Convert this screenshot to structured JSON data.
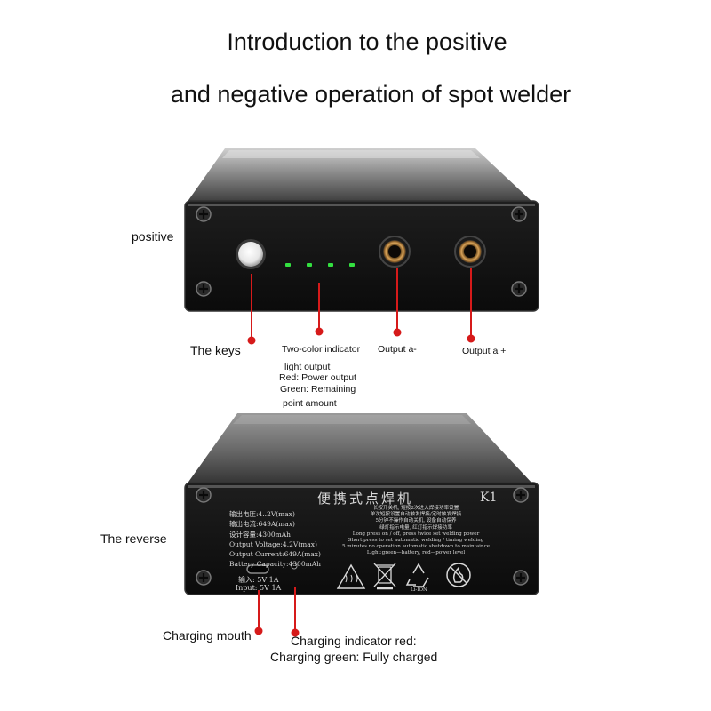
{
  "header": {
    "title_line1": "Introduction to the positive",
    "title_line2": "and negative operation of spot welder"
  },
  "front": {
    "side_label": "positive",
    "keys_label": "The keys",
    "indicator_label": [
      "Two-color indicator",
      "light output",
      "Red: Power output",
      "Green: Remaining",
      "point amount"
    ],
    "output_minus_label": "Output a-",
    "output_plus_label": "Output a +"
  },
  "back": {
    "side_label": "The reverse",
    "charging_mouth_label": "Charging mouth",
    "charging_indicator_label": [
      "Charging indicator red:",
      "Charging green: Fully charged"
    ],
    "device": {
      "title_cn": "便携式点焊机",
      "model": "K1",
      "specs": [
        "输出电压:4..2V(max)",
        "输出电流:649A(max)",
        "设计容量:4300mAh",
        "Output Voltage:4.2V(max)",
        "Output Current:649A(max)",
        "Battery Capacity:4300mAh"
      ],
      "instructions": [
        "长按开关机, 短按2次进入焊接功率设置",
        "单次短按设置自动触发焊接/定时触发焊接",
        "5分钟不操作自动关机, 设备自动保养",
        "绿灯指示电量, 红灯指示焊接功率",
        "Long press on / off, press twice set welding power",
        "Short press to set automatic welding / timing welding",
        "5 minutes no operation automatic shutdown to maintaince",
        "Light:green—battery, red—power level"
      ],
      "input_cn": "输入: 5V 1A",
      "input_en": "Input: 5V 1A",
      "cert_code": "Li-ION"
    }
  },
  "colors": {
    "pointer": "#d61a1a",
    "led_green": "#33e040",
    "panel": "#161616"
  }
}
